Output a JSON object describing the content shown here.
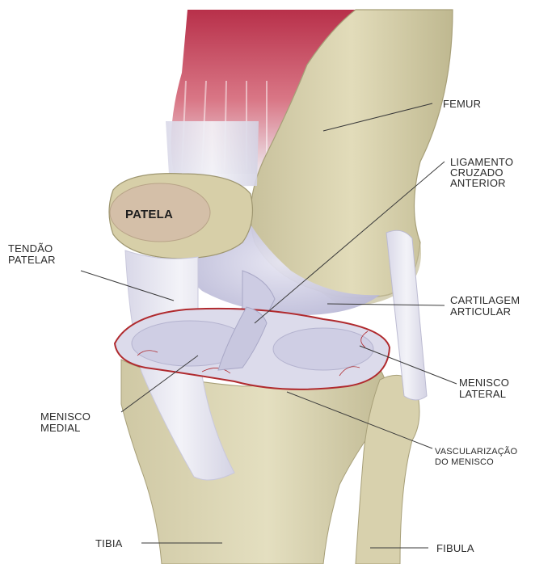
{
  "diagram": {
    "labels": {
      "femur": "FEMUR",
      "ligamento": [
        "LIGAMENTO",
        "CRUZADO",
        "ANTERIOR"
      ],
      "patela": "PATELA",
      "tendao": [
        "TENDÃO",
        "PATELAR"
      ],
      "cartilagem": [
        "CARTILAGEM",
        "ARTICULAR"
      ],
      "menisco_lateral": [
        "MENISCO",
        "LATERAL"
      ],
      "menisco_medial": [
        "MENISCO",
        "MEDIAL"
      ],
      "vascularizacao": [
        "VASCULARIZAÇÃO",
        "DO MENISCO"
      ],
      "tibia": "TIBIA",
      "fibula": "FIBULA"
    },
    "colors": {
      "bone": "#ddd7b3",
      "bone_shadow": "#b9b28c",
      "muscle": "#c23a52",
      "tendon": "#e9e8f2",
      "cartilage": "#c9c8e0",
      "meniscus_rim": "#b02a2e",
      "patela_face": "#d4bfa8"
    }
  }
}
